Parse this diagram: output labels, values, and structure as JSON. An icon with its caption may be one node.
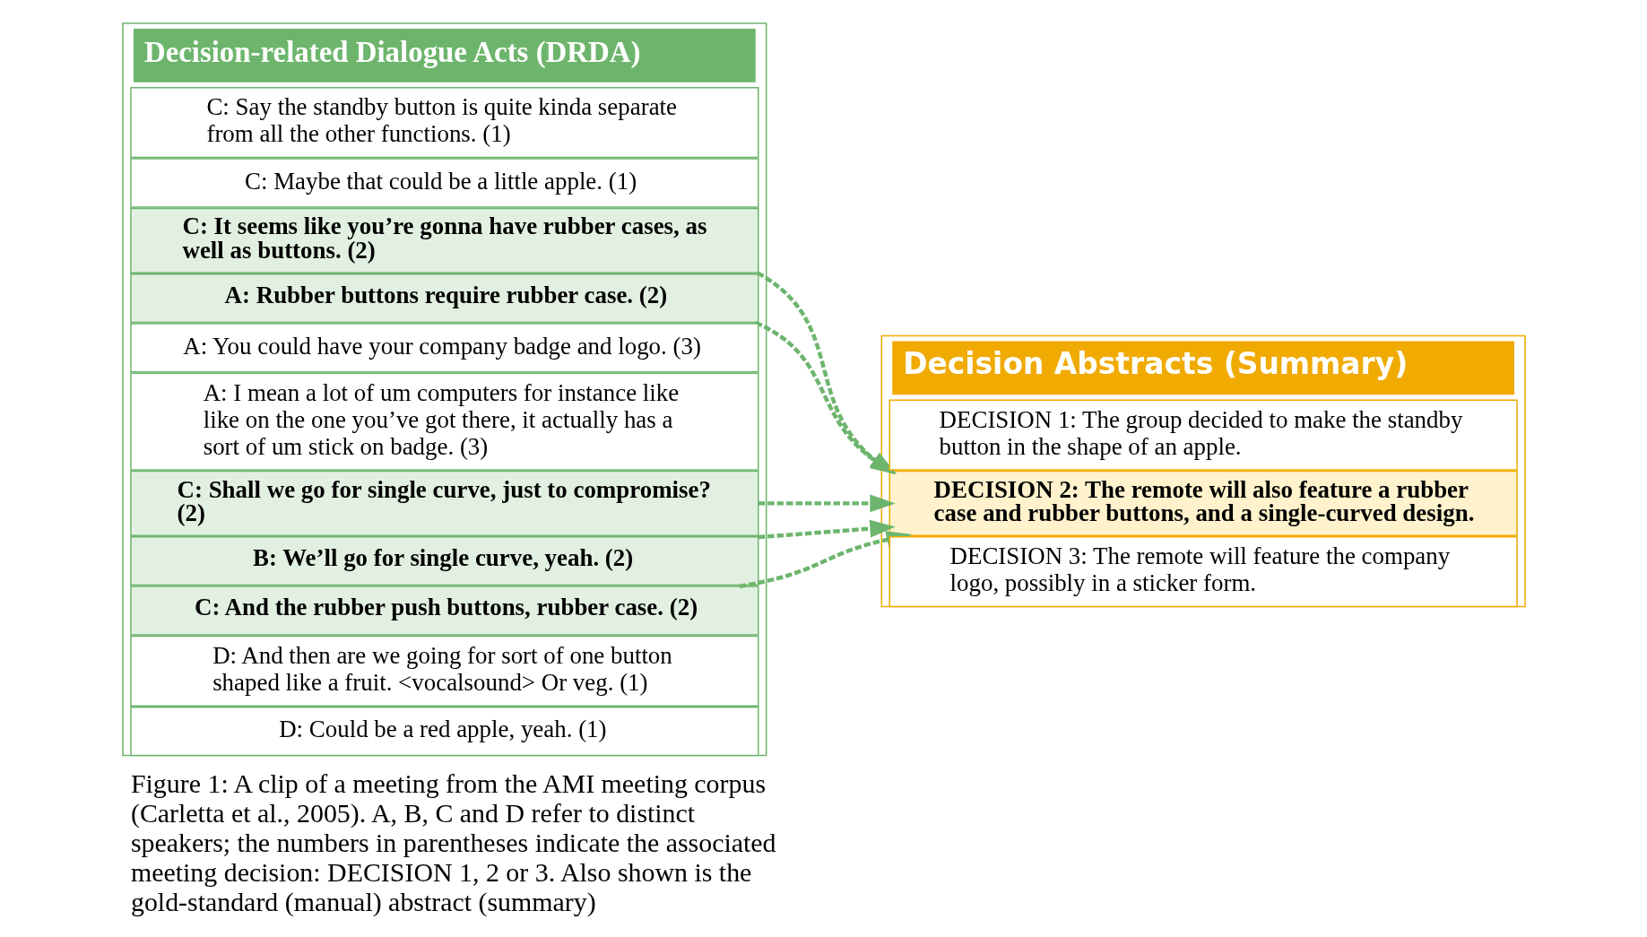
{
  "diagram": {
    "caption": "Figure 1: A clip of a meeting from the AMI meeting corpus (Carletta et al., 2005). A, B, C and D refer to distinct speakers; the numbers in parentheses indicate the associated meeting decision: DECISION 1, 2 or 3. Also shown is the gold-standard (manual) abstract (summary)",
    "nodes": [
      {
        "text": [
          "Decision-related Dialogue Acts (DRDA)"
        ]
      },
      {
        "text": [
          "C: Say the standby button is quite kinda separate from all the other functions. (1)"
        ],
        "in": 0
      },
      {
        "text": [
          "C: Maybe that could be a little apple. (1)"
        ],
        "in": 0
      },
      {
        "text": [
          "C: It seems like you’re gonna have rubber cases, as well as buttons. (2)"
        ],
        "in": 0
      },
      {
        "text": [
          "A: Rubber buttons require rubber case. (2)"
        ],
        "in": 0
      },
      {
        "text": [
          "A: You could have your company badge and logo. (3)"
        ],
        "in": 0
      },
      {
        "text": [
          "A: I mean a lot of um computers for instance like like on the one you’ve got there, it actually has a sort of um stick on badge. (3)"
        ],
        "in": 0
      },
      {
        "text": [
          "C: Shall we go for single curve, just to compromise? (2)"
        ],
        "in": 0
      },
      {
        "text": [
          "B: We’ll go for single curve, yeah. (2)"
        ],
        "in": 0
      },
      {
        "text": [
          "C: And the rubber push buttons, rubber case. (2)"
        ],
        "in": 0
      },
      {
        "text": [
          "D: And then are we going for sort of one button shaped like a fruit. <vocalsound> Or veg. (1)"
        ],
        "in": 0
      },
      {
        "text": [
          "D: Could be a red apple, yeah. (1)"
        ],
        "in": 0
      },
      {
        "text": [
          "Decision Abstracts (Summary)"
        ]
      },
      {
        "text": [
          "DECISION 1: The group decided to make the standby button in the shape of an apple."
        ],
        "in": 12
      },
      {
        "text": [
          "DECISION 2: The remote will also feature a rubber case and rubber buttons, and a single-curved design."
        ],
        "in": 12
      },
      {
        "text": [
          "DECISION 3: The remote will feature the company logo, possibly in a sticker form."
        ],
        "in": 12
      }
    ],
    "edges": [
      {
        "from": 3,
        "to": 14,
        "arrow": "to",
        "style": "dashed"
      },
      {
        "from": 4,
        "to": 14,
        "arrow": "to",
        "style": "dashed"
      },
      {
        "from": 7,
        "to": 14,
        "arrow": "to",
        "style": "dashed"
      },
      {
        "from": 8,
        "to": 14,
        "arrow": "to",
        "style": "dashed"
      },
      {
        "from": 9,
        "to": 14,
        "arrow": "to",
        "style": "dashed"
      }
    ]
  }
}
